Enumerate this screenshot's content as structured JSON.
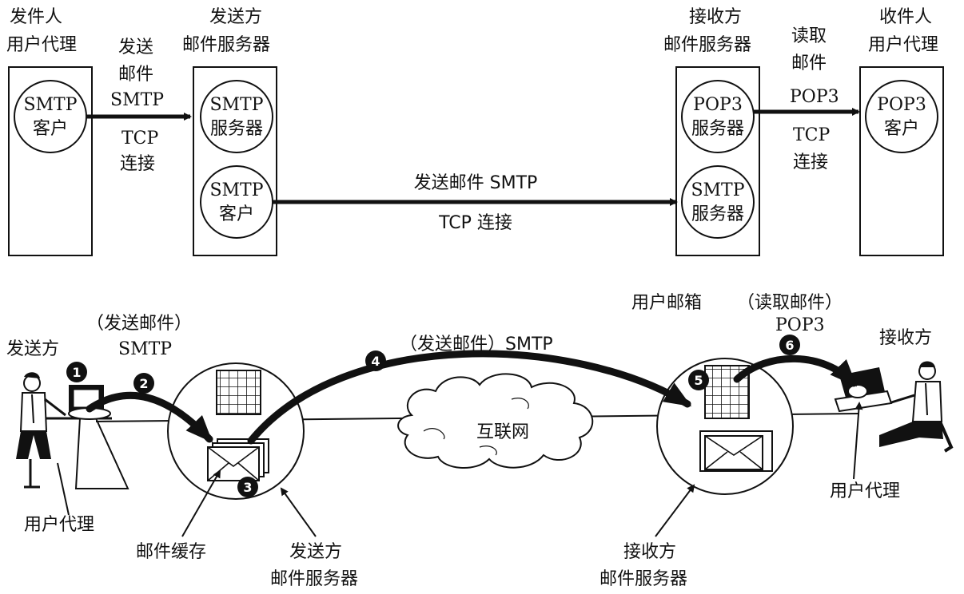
{
  "top": {
    "sender_ua_title": [
      "发件人",
      "用户代理"
    ],
    "sender_server_title": [
      "发送方",
      "邮件服务器"
    ],
    "receiver_server_title": [
      "接收方",
      "邮件服务器"
    ],
    "recipient_ua_title": [
      "收件人",
      "用户代理"
    ],
    "smtp_client_1": [
      "SMTP",
      "客户"
    ],
    "smtp_server": [
      "SMTP",
      "服务器"
    ],
    "smtp_client_2": [
      "SMTP",
      "客户"
    ],
    "pop3_server": [
      "POP3",
      "服务器"
    ],
    "smtp_server_2": [
      "SMTP",
      "服务器"
    ],
    "pop3_client": [
      "POP3",
      "客户"
    ],
    "link1_label": [
      "发送",
      "邮件",
      "SMTP",
      "TCP",
      "连接"
    ],
    "link2_label_top": "发送邮件 SMTP",
    "link2_label_bottom": "TCP 连接",
    "link3_label": [
      "读取",
      "邮件",
      "POP3",
      "TCP",
      "连接"
    ]
  },
  "bottom": {
    "sender_label": "发送方",
    "receiver_label": "接收方",
    "step2_label": [
      "（发送邮件）",
      "SMTP"
    ],
    "step4_label": "（发送邮件）SMTP",
    "mailbox_label": "用户邮箱",
    "step6_label": [
      "（读取邮件）",
      "POP3"
    ],
    "internet_label": "互联网",
    "ua_left_label": "用户代理",
    "mail_cache_label": "邮件缓存",
    "sender_server_label": [
      "发送方",
      "邮件服务器"
    ],
    "receiver_server_label": [
      "接收方",
      "邮件服务器"
    ],
    "ua_right_label": "用户代理",
    "steps": [
      "1",
      "2",
      "3",
      "4",
      "5",
      "6"
    ]
  }
}
